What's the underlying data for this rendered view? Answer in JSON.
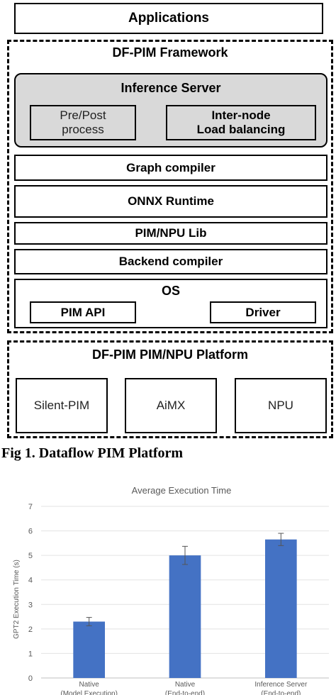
{
  "diagram": {
    "applications": "Applications",
    "framework": {
      "title": "DF-PIM Framework",
      "inference_server": {
        "title": "Inference Server",
        "pre_post_line1": "Pre/Post",
        "pre_post_line2": "process",
        "internode_line1": "Inter-node",
        "internode_line2": "Load balancing"
      },
      "graph_compiler": "Graph compiler",
      "onnx_runtime": "ONNX Runtime",
      "pim_npu_lib": "PIM/NPU Lib",
      "backend_compiler": "Backend compiler",
      "os": {
        "title": "OS",
        "pim_api": "PIM API",
        "driver": "Driver"
      }
    },
    "platform": {
      "title": "DF-PIM PIM/NPU Platform",
      "items": [
        "Silent-PIM",
        "AiMX",
        "NPU"
      ]
    },
    "caption": "Fig 1. Dataflow PIM Platform"
  },
  "chart_data": {
    "type": "bar",
    "title": "Average Execution Time",
    "ylabel": "GPT2 Execution Time (s)",
    "xlabel": "",
    "categories": [
      [
        "Native",
        "(Model Execution)"
      ],
      [
        "Native",
        "(End-to-end)"
      ],
      [
        "Inference Server",
        "(End-to-end)"
      ]
    ],
    "values": [
      2.3,
      5.0,
      5.65
    ],
    "errors": [
      0.17,
      0.37,
      0.25
    ],
    "ylim": [
      0,
      7
    ],
    "yticks": [
      0,
      1,
      2,
      3,
      4,
      5,
      6,
      7
    ],
    "ytick_labels": [
      "0",
      "1",
      "2",
      "3",
      "4",
      "5",
      "6",
      "7"
    ],
    "bar_color": "#4472c4",
    "grid": true
  }
}
